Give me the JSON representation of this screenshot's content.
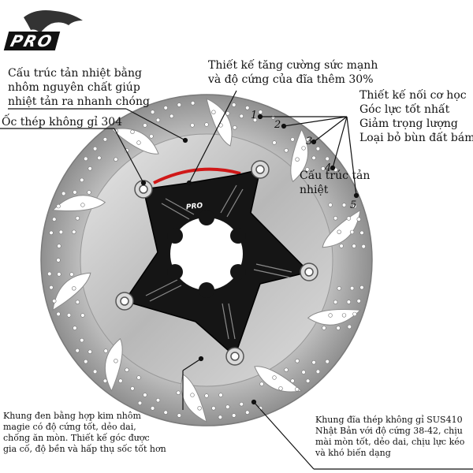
{
  "brand": {
    "logo_text": "PRO",
    "rotor_logo_text": "PRO"
  },
  "labels": {
    "heat_dissipation": [
      "Cấu trúc tản nhiệt bằng",
      "nhôm nguyên chất giúp",
      "nhiệt tản ra nhanh chóng"
    ],
    "steel_bolt": "Ốc thép không gỉ 304",
    "strength": [
      "Thiết kế tăng cường sức mạnh",
      "và độ cứng của đĩa thêm 30%"
    ],
    "features": [
      "Thiết kế nối cơ học",
      "Góc lực tốt nhất",
      "Giảm trọng lượng",
      "Loại bỏ bùn đất bám"
    ],
    "heat_structure": [
      "Cấu trúc tản",
      "nhiệt"
    ],
    "spider": [
      "Khung đen bằng hợp kim nhôm",
      "magie có độ cứng tốt, dẻo dai,",
      "chống ăn mòn. Thiết kế góc được",
      "gia cố, độ bền và hấp thụ sốc tốt hơn"
    ],
    "frame": [
      "Khung đĩa thép không gỉ SUS410",
      "Nhật Bản với độ cứng 38-42, chịu",
      "mài mòn tốt, dẻo dai, chịu lực kéo",
      "và khó biến dạng"
    ]
  },
  "callout_numbers": [
    "1",
    "2",
    "3",
    "4",
    "5"
  ]
}
